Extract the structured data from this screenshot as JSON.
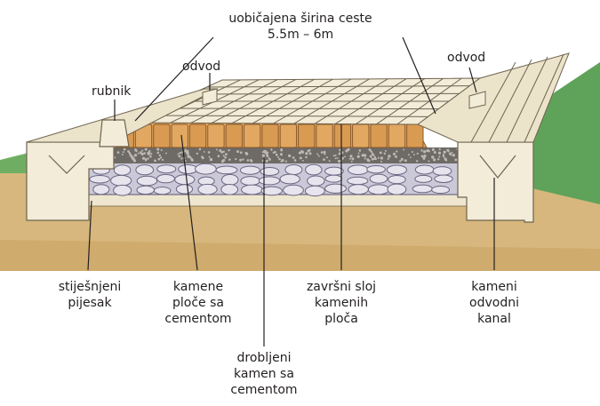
{
  "labels": {
    "road_width": "uobičajena širina ceste\n5.5m – 6m",
    "drain_left": "odvod",
    "drain_right": "odvod",
    "curb": "rubnik",
    "compacted_sand": "stiješnjeni\npijesak",
    "stone_slabs_cement": "kamene\nploče sa\ncementom",
    "crushed_stone_cement": "drobljeni\nkamen sa\ncementom",
    "top_layer": "završni sloj\nkamenih\nploča",
    "stone_drain_channel": "kameni\nodvodni\nkanal"
  },
  "colors": {
    "ground": "#d7b77d",
    "ground_dark": "#c9a463",
    "grass": "#5fa35a",
    "stone": "#f3ecd9",
    "stone_outline": "#8b7b5e",
    "cement_base": "#cbc8d8",
    "cobble": "#dcd9e6",
    "gravel": "#6e6a66",
    "slab": "#e2a861",
    "slab_dark": "#b67a3b",
    "leader": "#231f20"
  }
}
